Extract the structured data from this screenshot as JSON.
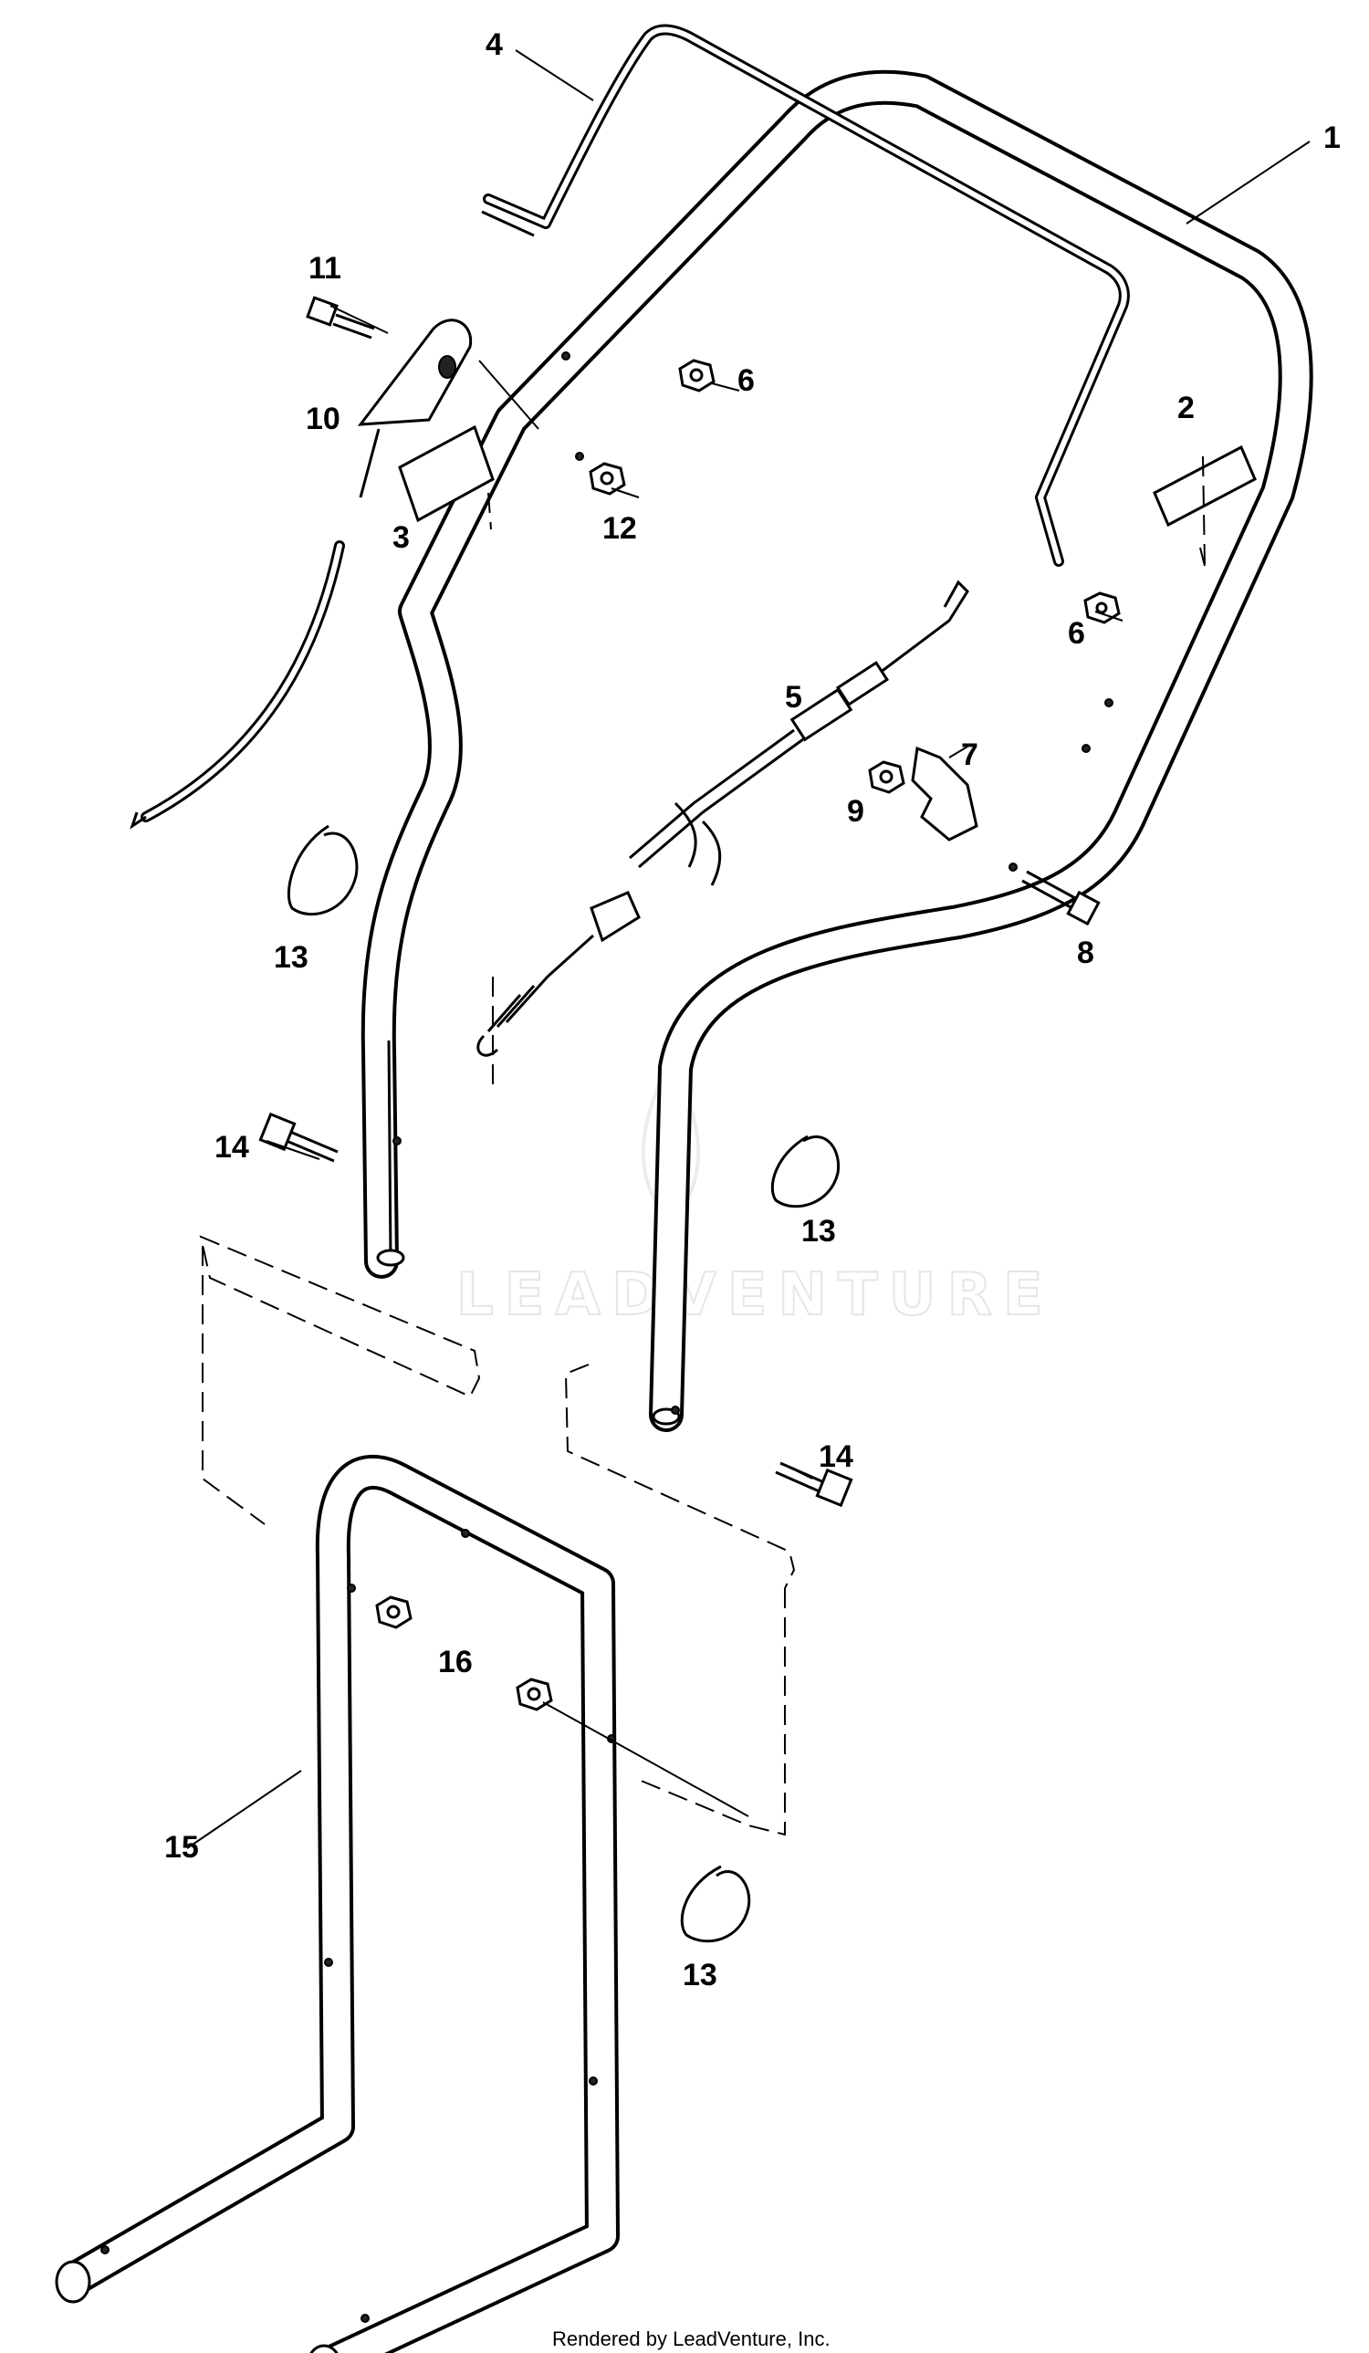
{
  "callouts": [
    "1",
    "2",
    "3",
    "4",
    "5",
    "6",
    "6",
    "7",
    "8",
    "9",
    "10",
    "11",
    "12",
    "13",
    "13",
    "13",
    "14",
    "14",
    "15",
    "16"
  ],
  "footer": "Rendered by LeadVenture, Inc.",
  "watermark": "LEADVENTURE"
}
